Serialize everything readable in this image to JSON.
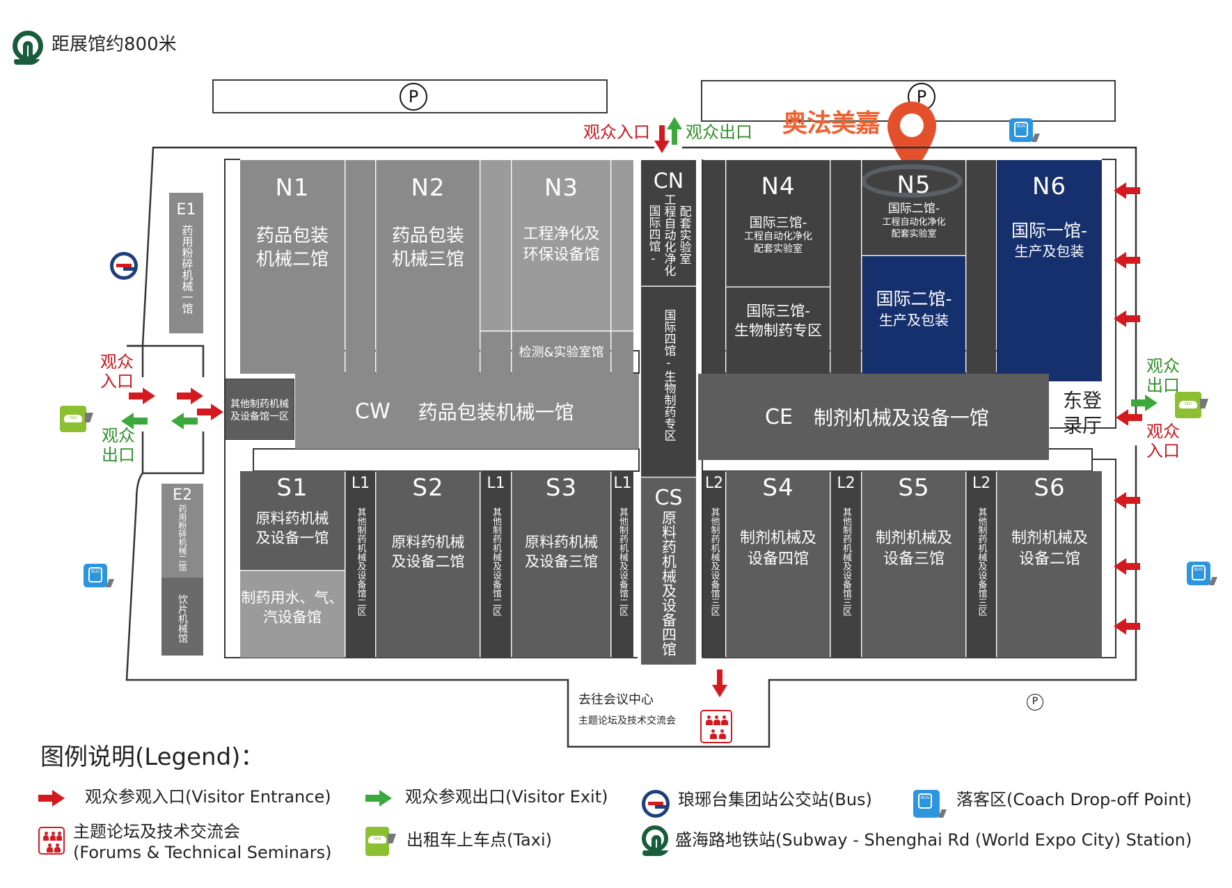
{
  "header": {
    "subway_distance": "距展馆约800米",
    "subway_icon": "subway-logo-icon"
  },
  "parking": {
    "label": "P"
  },
  "brand": {
    "name": "奥法美嘉",
    "pin_icon": "location-pin-icon",
    "color": "#e4502b"
  },
  "gates": {
    "north_entrance": "观众入口",
    "north_exit": "观众出口",
    "west_entrance": "观众\n入口",
    "west_entrance_l1": "观众",
    "west_entrance_l2": "入口",
    "west_exit_l1": "观众",
    "west_exit_l2": "出口",
    "east_exit_l1": "观众",
    "east_exit_l2": "出口",
    "east_entrance_l1": "观众",
    "east_entrance_l2": "入口"
  },
  "halls": {
    "E1": {
      "code": "E1",
      "name": "药用粉碎机械一馆"
    },
    "E2": {
      "code": "E2",
      "name": "药用粉碎机械二馆",
      "sub": "饮片机械馆"
    },
    "N1": {
      "code": "N1",
      "l1": "药品包装",
      "l2": "机械二馆"
    },
    "N2": {
      "code": "N2",
      "l1": "药品包装",
      "l2": "机械三馆"
    },
    "N3": {
      "code": "N3",
      "l1": "工程净化及",
      "l2": "环保设备馆",
      "sub": "检测&实验室馆"
    },
    "CN": {
      "code": "CN",
      "col1": "国际四馆-",
      "col2": "工程自动化净化",
      "col3": "配套实验室",
      "lower": "国际四馆-生物制药专区"
    },
    "N4": {
      "code": "N4",
      "l1": "国际三馆-",
      "l2": "工程自动化净化",
      "l3": "配套实验室",
      "lower_l1": "国际三馆-",
      "lower_l2": "生物制药专区"
    },
    "N5": {
      "code": "N5",
      "l1": "国际二馆-",
      "l2": "工程自动化净化",
      "l3": "配套实验室",
      "lower_l1": "国际二馆-",
      "lower_l2": "生产及包装"
    },
    "N6": {
      "code": "N6",
      "l1": "国际一馆-",
      "l2": "生产及包装"
    },
    "W1": {
      "l1": "其他制药机械",
      "l2": "及设备馆一区"
    },
    "CW": {
      "code": "CW",
      "name": "药品包装机械一馆"
    },
    "CE": {
      "code": "CE",
      "name": "制剂机械及设备一馆"
    },
    "lobby": {
      "l1": "东登",
      "l2": "录厅"
    },
    "S1": {
      "code": "S1",
      "l1": "原料药机械",
      "l2": "及设备一馆",
      "lower_l1": "制药用水、气、",
      "lower_l2": "汽设备馆"
    },
    "S2": {
      "code": "S2",
      "l1": "原料药机械",
      "l2": "及设备二馆"
    },
    "S3": {
      "code": "S3",
      "l1": "原料药机械",
      "l2": "及设备三馆"
    },
    "CS": {
      "code": "CS",
      "name": "原料药机械及设备四馆"
    },
    "S4": {
      "code": "S4",
      "l1": "制剂机械及",
      "l2": "设备四馆"
    },
    "S5": {
      "code": "S5",
      "l1": "制剂机械及",
      "l2": "设备三馆"
    },
    "S6": {
      "code": "S6",
      "l1": "制剂机械及",
      "l2": "设备二馆"
    },
    "L1": {
      "code": "L1",
      "name": "其他制药机械及设备馆二区"
    },
    "L2": {
      "code": "L2",
      "name": "其他制药机械及设备馆三区"
    }
  },
  "conference": {
    "title": "去往会议中心",
    "subtitle": "主题论坛及技术交流会"
  },
  "legend": {
    "title": "图例说明(Legend)：",
    "items": [
      {
        "icon": "red-arrow-icon",
        "label": "观众参观入口(Visitor Entrance)"
      },
      {
        "icon": "green-arrow-icon",
        "label": "观众参观出口(Visitor Exit)"
      },
      {
        "icon": "bus-stop-icon",
        "label": "琅琊台集团站公交站(Bus)"
      },
      {
        "icon": "coach-icon",
        "label": "落客区(Coach Drop-off Point)"
      },
      {
        "icon": "forum-icon",
        "label_l1": "主题论坛及技术交流会",
        "label_l2": "(Forums & Technical Seminars)"
      },
      {
        "icon": "taxi-icon",
        "label": "出租车上车点(Taxi)"
      },
      {
        "icon": "subway-icon",
        "label": "盛海路地铁站(Subway - Shenghai Rd (World Expo City) Station)"
      }
    ]
  },
  "colors": {
    "entrance": "#d41a1f",
    "exit": "#3aa83a",
    "navy_hall": "#16306d",
    "brand": "#e4502b"
  }
}
